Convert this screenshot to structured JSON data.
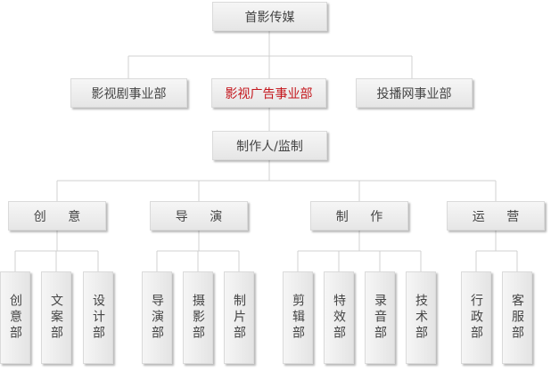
{
  "colors": {
    "line": "#d0d0d0",
    "highlight": "#c4161c",
    "text": "#444444"
  },
  "org": {
    "root": "首影传媒",
    "divisions": [
      "影视剧事业部",
      "影视广告事业部",
      "投播网事业部"
    ],
    "highlighted_division": "影视广告事业部",
    "producer": "制作人/监制",
    "groups": [
      {
        "label": "创 意",
        "departments": [
          "创意部",
          "文案部",
          "设计部"
        ]
      },
      {
        "label": "导 演",
        "departments": [
          "导演部",
          "摄影部",
          "制片部"
        ]
      },
      {
        "label": "制 作",
        "departments": [
          "剪辑部",
          "特效部",
          "录音部",
          "技术部"
        ]
      },
      {
        "label": "运 营",
        "departments": [
          "行政部",
          "客服部"
        ]
      }
    ]
  }
}
